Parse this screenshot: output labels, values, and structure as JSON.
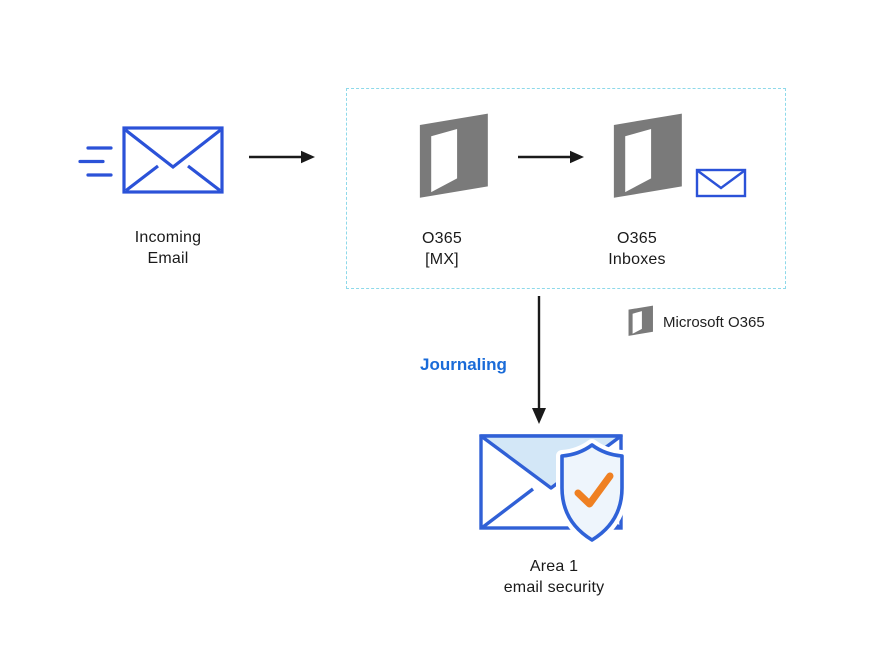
{
  "diagram": {
    "incoming_email": {
      "label": [
        "Incoming",
        "Email"
      ]
    },
    "boundary": {
      "o365_mx": {
        "label": [
          "O365",
          "[MX]"
        ]
      },
      "o365_inboxes": {
        "label": [
          "O365",
          "Inboxes"
        ]
      }
    },
    "legend": {
      "label": "Microsoft O365"
    },
    "journaling": {
      "label": "Journaling"
    },
    "area1": {
      "label": [
        "Area 1",
        "email security"
      ]
    }
  },
  "colors": {
    "envelope_blue": "#2b52d8",
    "area1_blue": "#3060d6",
    "pale_blue_fill": "#d3e7f7",
    "office_gray": "#7a7a7a",
    "boundary_dash": "#8ed9ea",
    "journaling_text": "#1a6bd8",
    "check_orange": "#ef8022",
    "arrow": "#1a1a1a"
  }
}
